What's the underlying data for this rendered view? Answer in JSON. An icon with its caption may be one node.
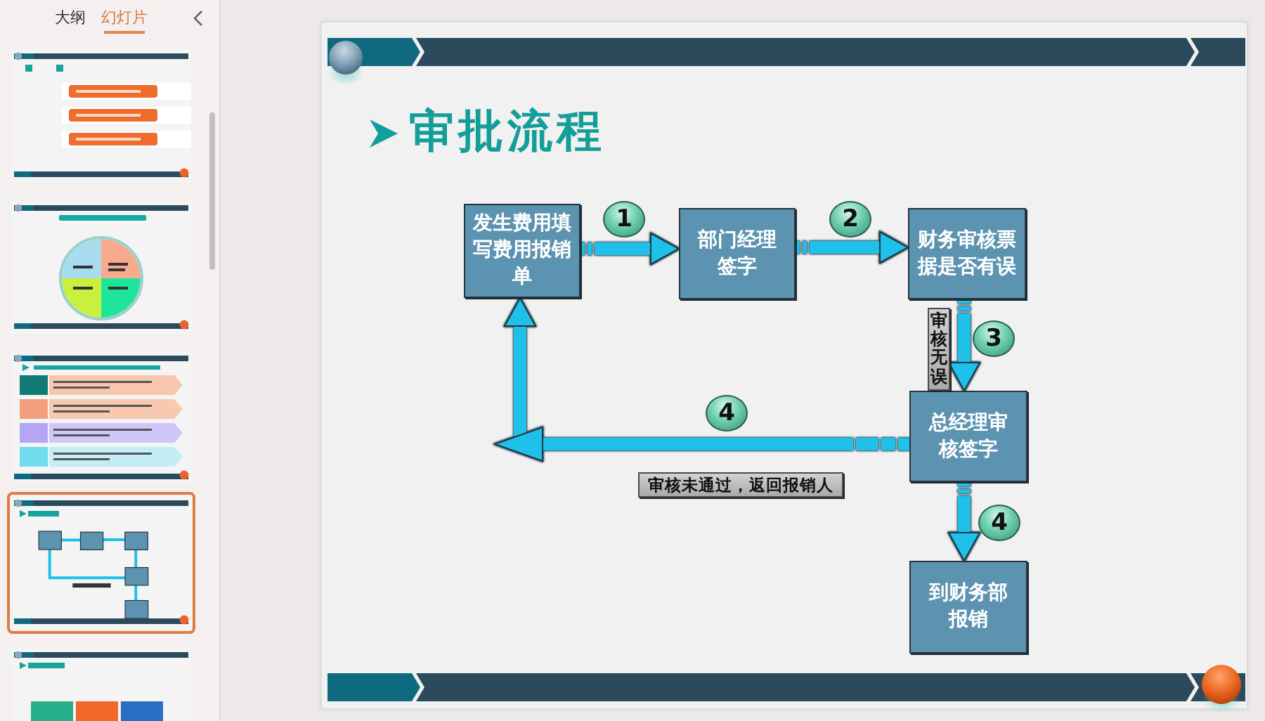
{
  "diagram": {
    "title": "审批流程",
    "nodes": [
      {
        "text": [
          "发生费用填写费用报销单"
        ]
      },
      {
        "text": [
          "部门经理签字"
        ]
      },
      {
        "text": [
          "财务审核票据是否有误"
        ]
      },
      {
        "text": [
          "总经理审核签字"
        ]
      },
      {
        "text": [
          "到财务部报销"
        ]
      }
    ],
    "edges": [
      {
        "from": 0,
        "to": 1,
        "arrow": "to",
        "label": "1"
      },
      {
        "from": 1,
        "to": 2,
        "arrow": "to",
        "label": "2"
      },
      {
        "from": 2,
        "to": 3,
        "arrow": "to",
        "label": "3"
      },
      {
        "from": 3,
        "to": 0,
        "arrow": "to",
        "label": "4"
      },
      {
        "from": 3,
        "to": 4,
        "arrow": "to",
        "label": "4"
      }
    ],
    "labels": [
      "大纲",
      "幻灯片",
      "审核无误",
      "审核未通过，返回报销人"
    ]
  }
}
